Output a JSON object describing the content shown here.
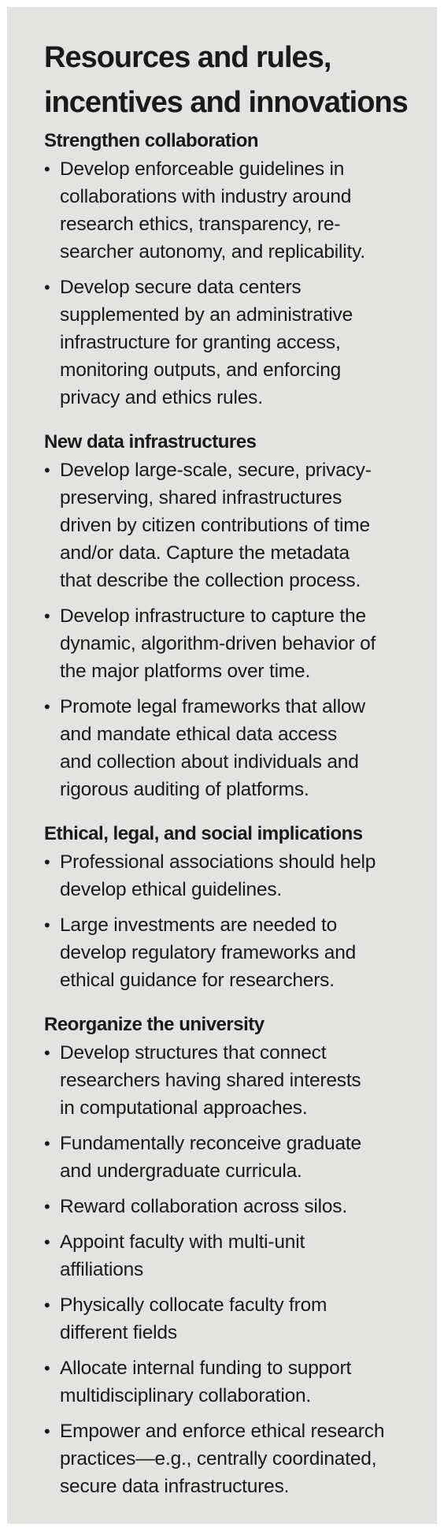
{
  "title": "Resources and rules,\nincentives and innovations",
  "sections": [
    {
      "heading": "Strengthen collaboration",
      "bullets": [
        "Develop enforceable guidelines in\ncollaborations with industry around\nresearch ethics, transparency, re-\nsearcher autonomy, and replicability.",
        "Develop secure data centers\nsupplemented by an administrative\ninfrastructure for granting access,\nmonitoring outputs, and enforcing\nprivacy and ethics rules."
      ]
    },
    {
      "heading": "New data infrastructures",
      "bullets": [
        "Develop large-scale, secure, privacy-\npreserving, shared infrastructures\ndriven by citizen contributions of time\nand/or data. Capture  the metadata\nthat describe the collection process.",
        "Develop infrastructure to capture the\ndynamic, algorithm-driven behavior of\nthe major platforms over time.",
        "Promote legal frameworks that allow\nand mandate ethical data access\nand collection about individuals and\nrigorous auditing of platforms."
      ]
    },
    {
      "heading": "Ethical, legal, and social implications",
      "bullets": [
        "Professional associations should help\ndevelop ethical guidelines.",
        "Large investments are needed to\ndevelop regulatory frameworks and\nethical guidance for researchers."
      ]
    },
    {
      "heading": "Reorganize the university",
      "bullets": [
        "Develop structures that connect\nresearchers having shared interests\nin computational approaches.",
        "Fundamentally reconceive graduate\nand undergraduate curricula.",
        "Reward collaboration across silos.",
        "Appoint faculty with multi-unit\naffiliations",
        "Physically collocate faculty from\ndifferent fields",
        "Allocate internal funding to support\nmultidisciplinary collaboration.",
        "Empower and enforce ethical research\npractices—e.g., centrally coordinated,\nsecure data infrastructures."
      ]
    }
  ]
}
